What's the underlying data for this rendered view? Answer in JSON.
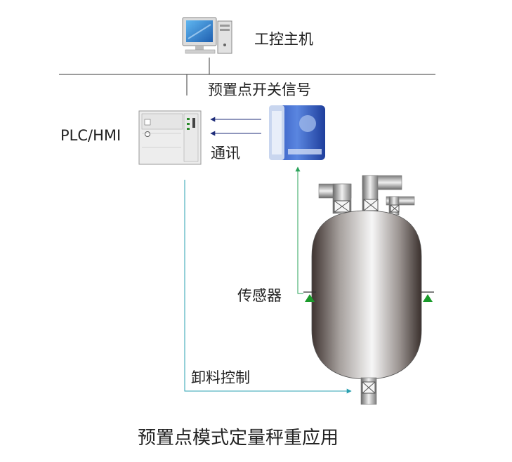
{
  "labels": {
    "host": "工控主机",
    "preset_signal": "预置点开关信号",
    "plc": "PLC/HMI",
    "comm": "通讯",
    "sensor": "传感器",
    "discharge": "卸料控制",
    "title": "预置点模式定量秤重应用"
  },
  "colors": {
    "bus_line": "#3a3a3a",
    "arrow_navy": "#1f2d7a",
    "signal_green": "#2aa35a",
    "control_teal": "#2aa0b0",
    "tank_dark": "#3e3330",
    "tank_light": "#f4f4f4",
    "sensor_green": "#1a9a2a"
  },
  "icons": {
    "host": "desktop-computer-icon",
    "plc": "plc-module-icon",
    "controller": "weighing-controller-icon",
    "tank": "storage-tank-icon"
  }
}
